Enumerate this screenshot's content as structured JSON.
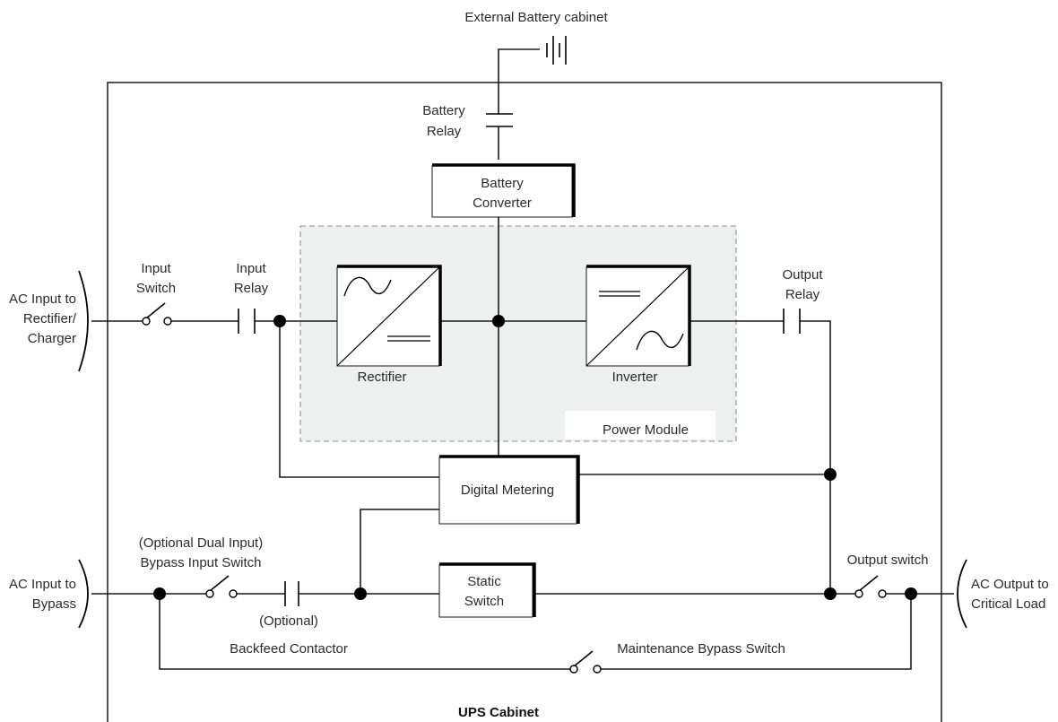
{
  "diagram": {
    "external_battery": "External Battery cabinet",
    "battery_relay": [
      "Battery",
      "Relay"
    ],
    "battery_converter": [
      "Battery",
      "Converter"
    ],
    "input_switch": [
      "Input",
      "Switch"
    ],
    "input_relay": [
      "Input",
      "Relay"
    ],
    "ac_input_rectifier": [
      "AC Input to",
      "Rectifier/",
      "Charger"
    ],
    "rectifier": "Rectifier",
    "inverter": "Inverter",
    "power_module": "Power Module",
    "output_relay": [
      "Output",
      "Relay"
    ],
    "digital_metering": "Digital Metering",
    "bypass_input_switch": [
      "(Optional Dual Input)",
      "Bypass Input Switch"
    ],
    "ac_input_bypass": [
      "AC Input to",
      "Bypass"
    ],
    "static_switch": [
      "Static",
      "Switch"
    ],
    "backfeed_contactor": [
      "(Optional)",
      "Backfeed Contactor"
    ],
    "output_switch": "Output switch",
    "ac_output": [
      "AC Output to",
      "Critical Load"
    ],
    "maintenance_bypass": "Maintenance Bypass Switch",
    "ups_cabinet": "UPS Cabinet"
  }
}
